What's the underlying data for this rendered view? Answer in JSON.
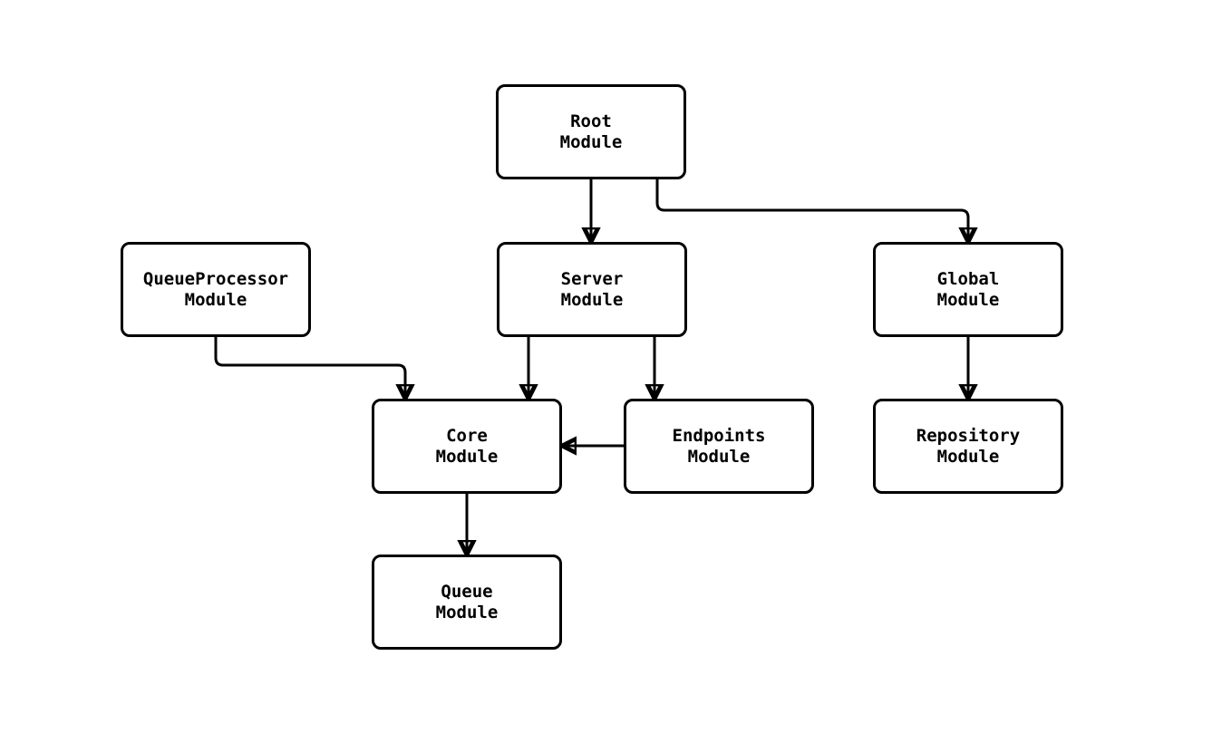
{
  "diagram": {
    "background_color": "#ffffff",
    "node_border_color": "#000000",
    "node_fill_color": "#ffffff",
    "edge_color": "#000000",
    "text_color": "#000000",
    "nodes": [
      {
        "id": "root",
        "lines": [
          "Root",
          "Module"
        ]
      },
      {
        "id": "queueprocessor",
        "lines": [
          "QueueProcessor",
          "Module"
        ]
      },
      {
        "id": "server",
        "lines": [
          "Server",
          "Module"
        ]
      },
      {
        "id": "global",
        "lines": [
          "Global",
          "Module"
        ]
      },
      {
        "id": "core",
        "lines": [
          "Core",
          "Module"
        ]
      },
      {
        "id": "endpoints",
        "lines": [
          "Endpoints",
          "Module"
        ]
      },
      {
        "id": "repository",
        "lines": [
          "Repository",
          "Module"
        ]
      },
      {
        "id": "queue",
        "lines": [
          "Queue",
          "Module"
        ]
      }
    ],
    "edges": [
      {
        "from": "root",
        "to": "server"
      },
      {
        "from": "root",
        "to": "global"
      },
      {
        "from": "queueprocessor",
        "to": "core"
      },
      {
        "from": "server",
        "to": "core"
      },
      {
        "from": "server",
        "to": "endpoints"
      },
      {
        "from": "endpoints",
        "to": "core"
      },
      {
        "from": "global",
        "to": "repository"
      },
      {
        "from": "core",
        "to": "queue"
      }
    ]
  }
}
